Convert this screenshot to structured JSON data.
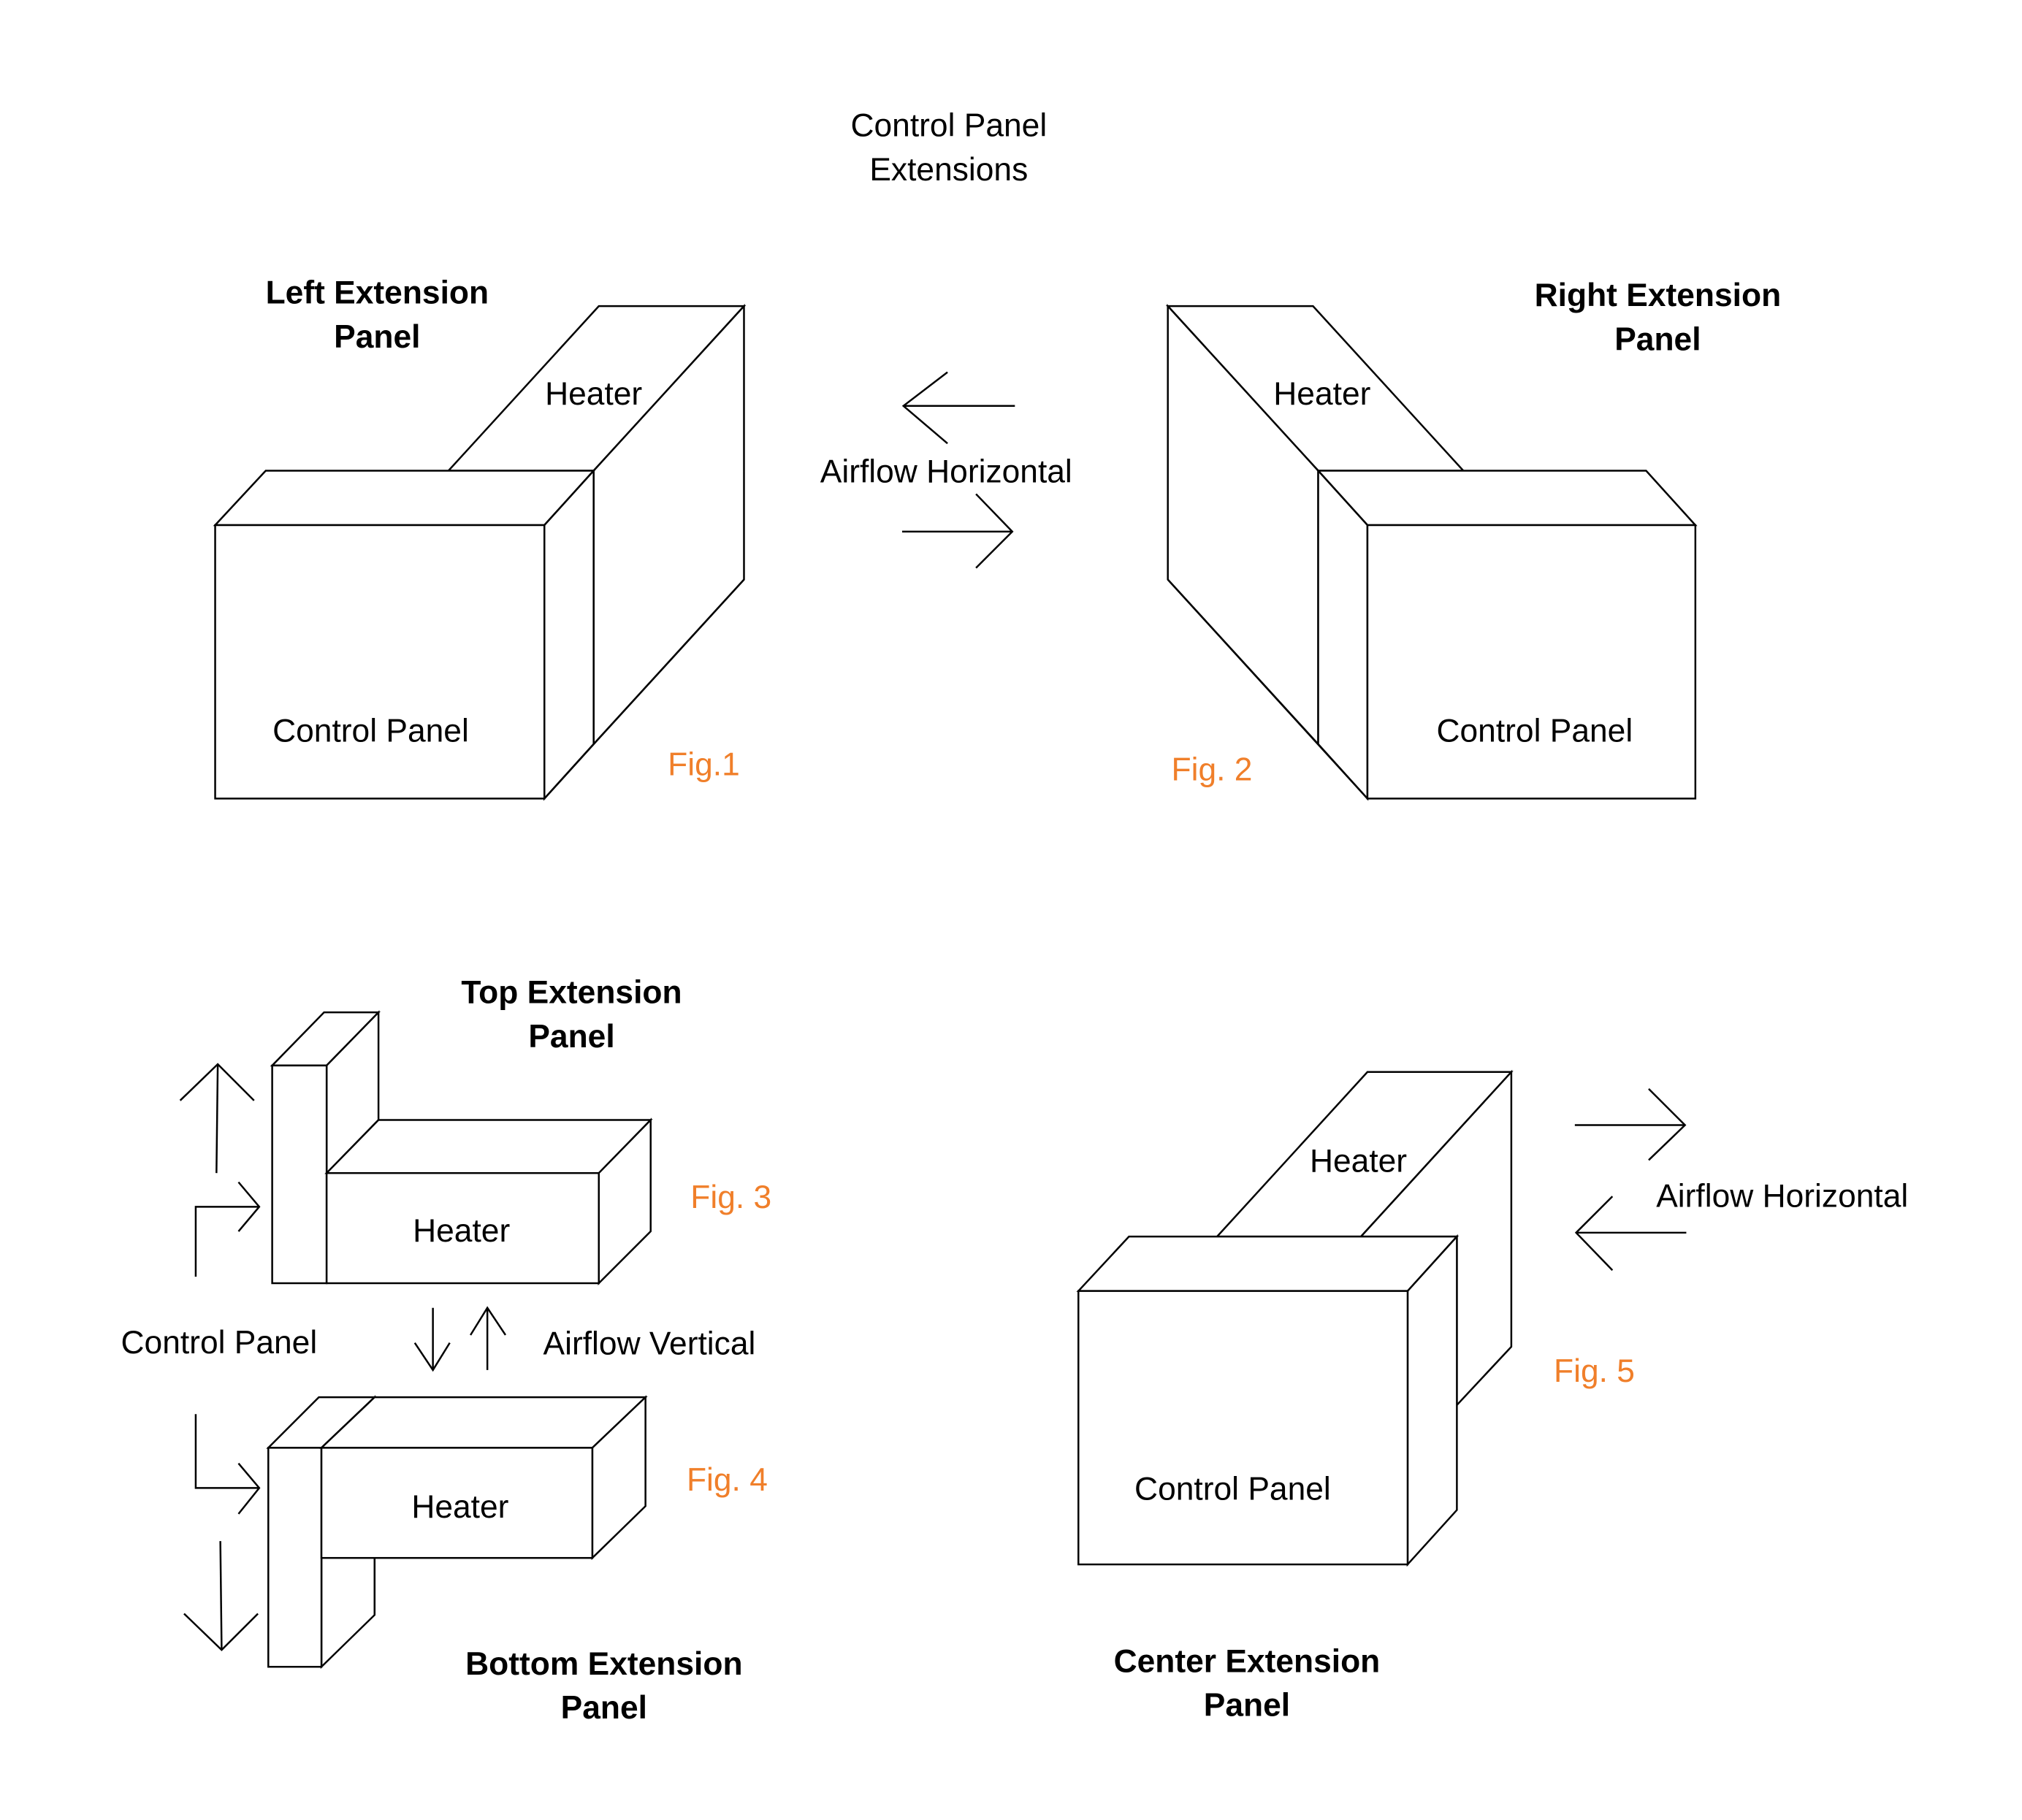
{
  "title": {
    "line1": "Control Panel",
    "line2": "Extensions"
  },
  "colors": {
    "figure_label": "#f07f2a",
    "line": "#000000",
    "background": "#ffffff"
  },
  "figures": [
    {
      "id": "fig1",
      "name": {
        "line1": "Left Extension",
        "line2": "Panel"
      },
      "labels": {
        "heater": "Heater",
        "control_panel": "Control Panel"
      },
      "fig_label": "Fig.1"
    },
    {
      "id": "fig2",
      "name": {
        "line1": "Right Extension",
        "line2": "Panel"
      },
      "labels": {
        "heater": "Heater",
        "control_panel": "Control Panel"
      },
      "fig_label": "Fig. 2"
    },
    {
      "id": "fig3",
      "name": {
        "line1": "Top Extension",
        "line2": "Panel"
      },
      "labels": {
        "heater": "Heater"
      },
      "fig_label": "Fig. 3"
    },
    {
      "id": "fig4",
      "name": {
        "line1": "Bottom Extension",
        "line2": "Panel"
      },
      "labels": {
        "heater": "Heater"
      },
      "fig_label": "Fig. 4"
    },
    {
      "id": "fig5",
      "name": {
        "line1": "Center Extension",
        "line2": "Panel"
      },
      "labels": {
        "heater": "Heater",
        "control_panel": "Control Panel"
      },
      "fig_label": "Fig. 5"
    }
  ],
  "airflow": {
    "horizontal_top": "Airflow Horizontal",
    "vertical": "Airflow Vertical",
    "horizontal_fig5": "Airflow Horizontal"
  },
  "shared_labels": {
    "control_panel_vertical": "Control Panel"
  }
}
